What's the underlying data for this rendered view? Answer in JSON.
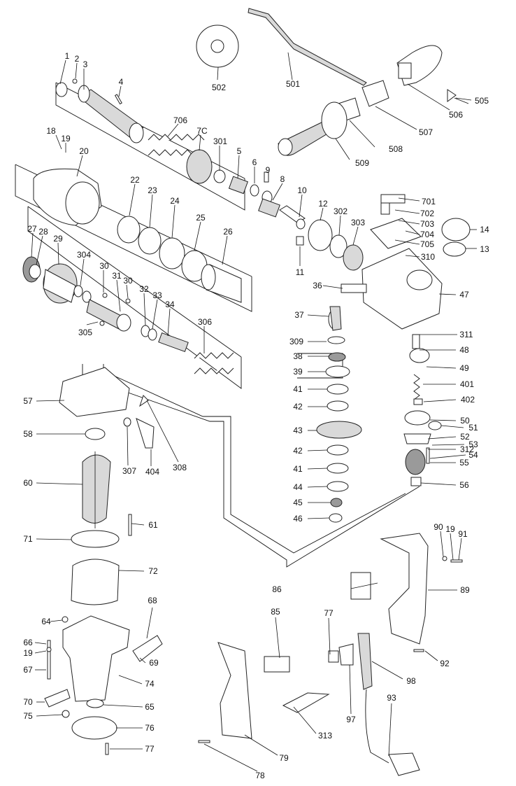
{
  "diagram": {
    "labels": [
      "1",
      "2",
      "3",
      "4",
      "706",
      "7C",
      "301",
      "5",
      "6",
      "9",
      "8",
      "10",
      "12",
      "302",
      "303",
      "11",
      "18",
      "19",
      "20",
      "22",
      "23",
      "24",
      "25",
      "26",
      "27",
      "28",
      "29",
      "304",
      "30",
      "31",
      "30",
      "32",
      "33",
      "34",
      "306",
      "305",
      "502",
      "501",
      "505",
      "506",
      "507",
      "508",
      "509",
      "701",
      "702",
      "703",
      "704",
      "705",
      "14",
      "13",
      "310",
      "36",
      "47",
      "37",
      "311",
      "48",
      "49",
      "309",
      "38",
      "39",
      "41",
      "42",
      "43",
      "42",
      "41",
      "44",
      "45",
      "46",
      "401",
      "402",
      "50",
      "51",
      "52",
      "53",
      "312",
      "54",
      "55",
      "56",
      "57",
      "58",
      "307",
      "404",
      "308",
      "60",
      "61",
      "71",
      "72",
      "64",
      "68",
      "69",
      "66",
      "19",
      "67",
      "74",
      "70",
      "65",
      "75",
      "76",
      "77",
      "90",
      "19",
      "91",
      "86",
      "89",
      "92",
      "85",
      "77",
      "98",
      "97",
      "93",
      "313",
      "79",
      "78"
    ]
  }
}
